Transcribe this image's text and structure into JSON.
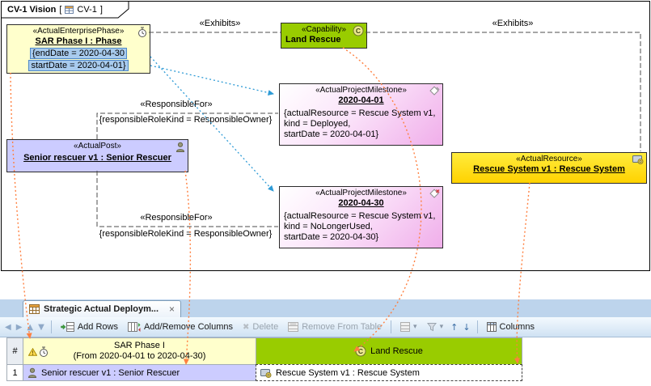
{
  "diagram": {
    "frame": {
      "title": "CV-1 Vision",
      "open": "[",
      "ref": "CV-1",
      "close": "]"
    },
    "boxes": {
      "sar_phase": {
        "stereotype": "«ActualEnterprisePhase»",
        "name": "SAR Phase I : Phase",
        "end_date": "{endDate = 2020-04-30",
        "start_date": "startDate = 2020-04-01}"
      },
      "land_rescue": {
        "stereotype": "«Capability»",
        "name": "Land Rescue"
      },
      "milestone_start": {
        "stereotype": "«ActualProjectMilestone»",
        "name": "2020-04-01",
        "props": [
          "{actualResource = Rescue System v1,",
          "kind = Deployed,",
          "startDate = 2020-04-01}"
        ]
      },
      "milestone_end": {
        "stereotype": "«ActualProjectMilestone»",
        "name": "2020-04-30",
        "props": [
          "{actualResource = Rescue System v1,",
          "kind = NoLongerUsed,",
          "startDate = 2020-04-30}"
        ]
      },
      "senior_rescuer": {
        "stereotype": "«ActualPost»",
        "name": "Senior rescuer v1 : Senior Rescuer"
      },
      "rescue_system": {
        "stereotype": "«ActualResource»",
        "name": "Rescue System v1 : Rescue System"
      }
    },
    "connectors": {
      "exhibits_left": "«Exhibits»",
      "exhibits_right": "«Exhibits»",
      "responsible_for_top": "«ResponsibleFor»",
      "responsible_for_top_constraint": "{responsibleRoleKind = ResponsibleOwner}",
      "responsible_for_bottom": "«ResponsibleFor»",
      "responsible_for_bottom_constraint": "{responsibleRoleKind = ResponsibleOwner}"
    }
  },
  "panel": {
    "tab": {
      "title": "Strategic Actual Deploym..."
    },
    "toolbar": {
      "add_rows": "Add Rows",
      "add_remove_columns": "Add/Remove Columns",
      "delete": "Delete",
      "remove_from_table": "Remove From Table",
      "columns": "Columns"
    },
    "table": {
      "header": {
        "number": "#",
        "phase_title": "SAR Phase I",
        "phase_range": "(From 2020-04-01 to 2020-04-30)",
        "capability": "Land Rescue"
      },
      "rows": [
        {
          "num": "1",
          "post": "Senior rescuer v1 : Senior Rescuer",
          "resource": "Rescue System v1 : Rescue System"
        }
      ]
    }
  },
  "icons": {
    "capability_letter": "C",
    "close_tab": "×",
    "nav_left": "◀",
    "nav_right": "▶",
    "nav_up": "▲",
    "nav_down": "▼",
    "caret_down": "▾",
    "delete_x": "✖",
    "move_up": "↑",
    "move_down": "↓"
  },
  "colors": {
    "capability_green": "#99CC00",
    "phase_yellow": "#FFFFCC",
    "post_lavender": "#CCCCFF",
    "resource_yellow": "#FFDF00",
    "milestone_pink": "#F0AEEA",
    "highlight_blue": "#A8CBEE",
    "relation_orange": "#FF8040",
    "relation_blue": "#2E9BD6",
    "panel_blue": "#CFE2F3"
  }
}
